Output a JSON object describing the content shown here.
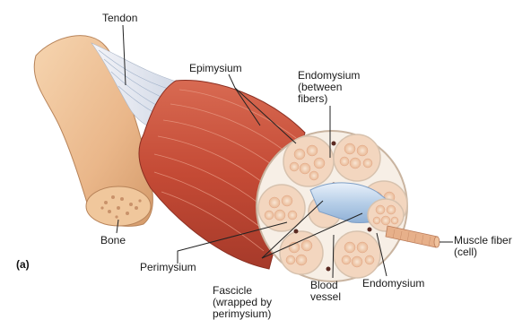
{
  "figure": {
    "panel_letter": "(a)",
    "labels": {
      "tendon": "Tendon",
      "epimysium": "Epimysium",
      "endomysium_between": "Endomysium\n(between\nfibers)",
      "bone": "Bone",
      "perimysium": "Perimysium",
      "muscle_fiber": "Muscle fiber\n(cell)",
      "fascicle": "Fascicle\n(wrapped by\nperimysium)",
      "blood_vessel": "Blood\nvessel",
      "endomysium": "Endomysium"
    }
  },
  "colors": {
    "bone": "#f2c9a0",
    "muscle": "#c8503a",
    "tendon": "#e6e8ee",
    "fascicle_fill": "#f4dcc8",
    "blood_vessel": "#b9d3ec"
  }
}
